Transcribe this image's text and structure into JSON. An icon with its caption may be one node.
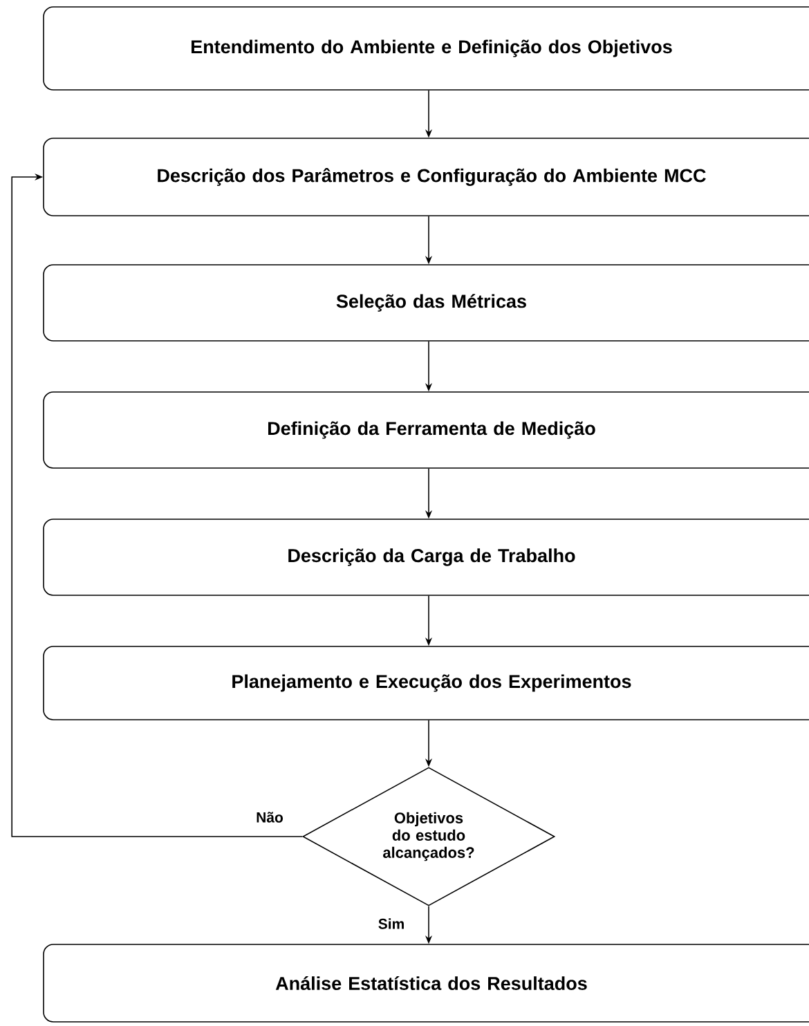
{
  "diagram": {
    "nodes": [
      {
        "text": [
          "Entendimento do Ambiente e Definição dos Objetivos"
        ]
      },
      {
        "text": [
          "Descrição dos Parâmetros e Configuração do Ambiente MCC"
        ]
      },
      {
        "text": [
          "Seleção das Métricas"
        ]
      },
      {
        "text": [
          "Definição da Ferramenta de Medição"
        ]
      },
      {
        "text": [
          "Descrição da Carga de Trabalho"
        ]
      },
      {
        "text": [
          "Planejamento e Execução dos Experimentos"
        ]
      },
      {
        "text": [
          "Objetivos do estudo alcançados?"
        ]
      },
      {
        "text": [
          "Análise Estatística dos Resultados"
        ]
      }
    ],
    "edges": [
      {
        "from": 0,
        "to": 1,
        "arrow": "to"
      },
      {
        "from": 1,
        "to": 2,
        "arrow": "to"
      },
      {
        "from": 2,
        "to": 3,
        "arrow": "to"
      },
      {
        "from": 3,
        "to": 4,
        "arrow": "to"
      },
      {
        "from": 4,
        "to": 5,
        "arrow": "to"
      },
      {
        "from": 5,
        "to": 6,
        "arrow": "to"
      },
      {
        "from": 6,
        "to": 7,
        "arrow": "to",
        "label": "Sim"
      },
      {
        "from": 6,
        "to": 1,
        "arrow": "to",
        "label": "Não"
      }
    ]
  }
}
